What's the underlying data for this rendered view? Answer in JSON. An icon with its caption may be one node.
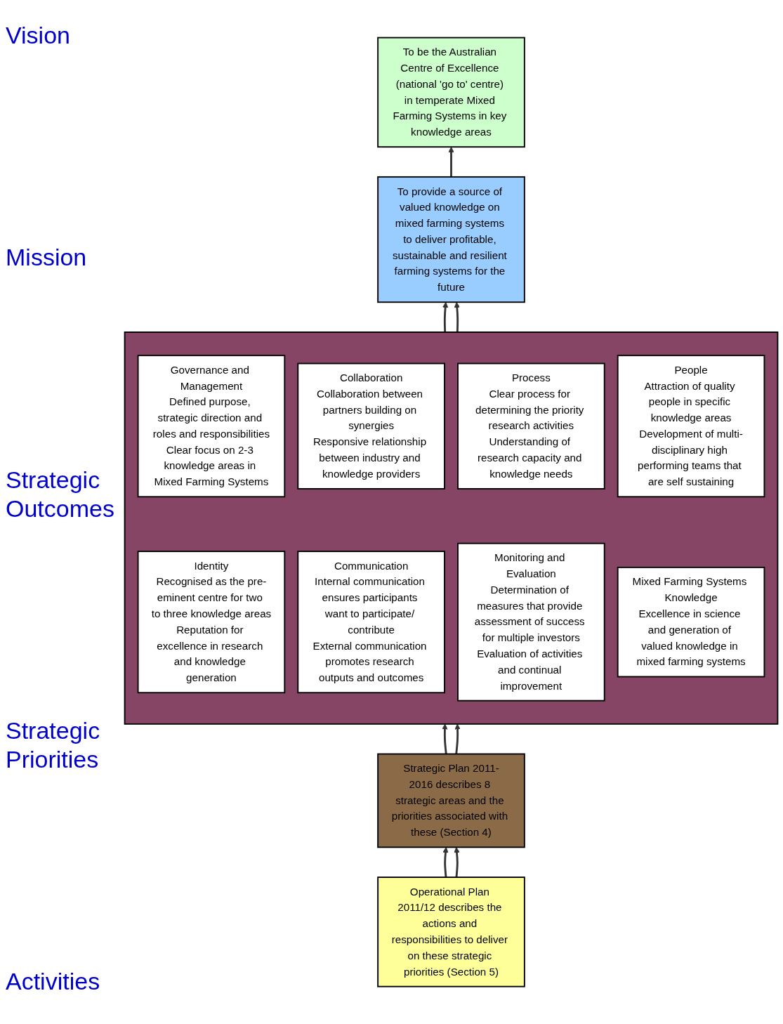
{
  "diagram": {
    "nodes": [
      {
        "text": [
          "To be the Australian Centre of Excellence (national 'go to' centre) in temperate Mixed Farming Systems in key knowledge areas"
        ]
      },
      {
        "text": [
          "To provide a source of valued knowledge on mixed farming systems to deliver profitable, sustainable and resilient farming systems for the future"
        ]
      },
      {
        "text": [],
        "shape": "box"
      },
      {
        "text": [
          "Governance and Management",
          "Defined purpose, strategic direction and roles and responsibilities",
          "Clear focus on 2-3 knowledge areas in Mixed Farming Systems"
        ],
        "in": 2
      },
      {
        "text": [
          "Collaboration",
          "Collaboration between partners building on synergies",
          "Responsive relationship between industry and knowledge providers"
        ],
        "in": 2
      },
      {
        "text": [
          "Process",
          "Clear process for determining the priority research activities",
          "Understanding of research capacity and knowledge needs"
        ],
        "in": 2
      },
      {
        "text": [
          "People",
          "Attraction of quality people in specific knowledge areas",
          "Development of multi-disciplinary high performing teams that are self sustaining"
        ],
        "in": 2
      },
      {
        "text": [
          "Identity",
          "Recognised as the pre-eminent centre for two to three knowledge areas",
          "Reputation for excellence in research and knowledge generation"
        ],
        "in": 2
      },
      {
        "text": [
          "Communication",
          "Internal communication ensures participants want to participate/ contribute",
          "External communication promotes research outputs and outcomes"
        ],
        "in": 2
      },
      {
        "text": [
          "Monitoring and Evaluation",
          "Determination of measures that provide assessment of success for multiple investors",
          "Evaluation of activities and continual improvement"
        ],
        "in": 2
      },
      {
        "text": [
          "Mixed Farming Systems Knowledge",
          "Excellence in science and generation of valued knowledge in mixed farming systems"
        ],
        "in": 2
      },
      {
        "text": [
          "Strategic Plan 2011-2016 describes 8 strategic areas and the priorities associated with these (Section 4)"
        ]
      },
      {
        "text": [
          "Operational Plan 2011/12 describes the actions and responsibilities to deliver on these strategic priorities (Section 5)"
        ]
      }
    ],
    "edges": [
      {
        "from": 1,
        "to": 0,
        "arrow": "to"
      },
      {
        "from": 2,
        "to": 1,
        "arrow": "to"
      },
      {
        "from": 2,
        "to": 1,
        "arrow": "to"
      },
      {
        "from": 11,
        "to": 2,
        "arrow": "to"
      },
      {
        "from": 11,
        "to": 2,
        "arrow": "to"
      },
      {
        "from": 12,
        "to": 11,
        "arrow": "to"
      },
      {
        "from": 12,
        "to": 11,
        "arrow": "to"
      }
    ],
    "labels": [
      "Vision",
      "Mission",
      "Strategic Outcomes",
      "Strategic Priorities",
      "Activities"
    ]
  }
}
